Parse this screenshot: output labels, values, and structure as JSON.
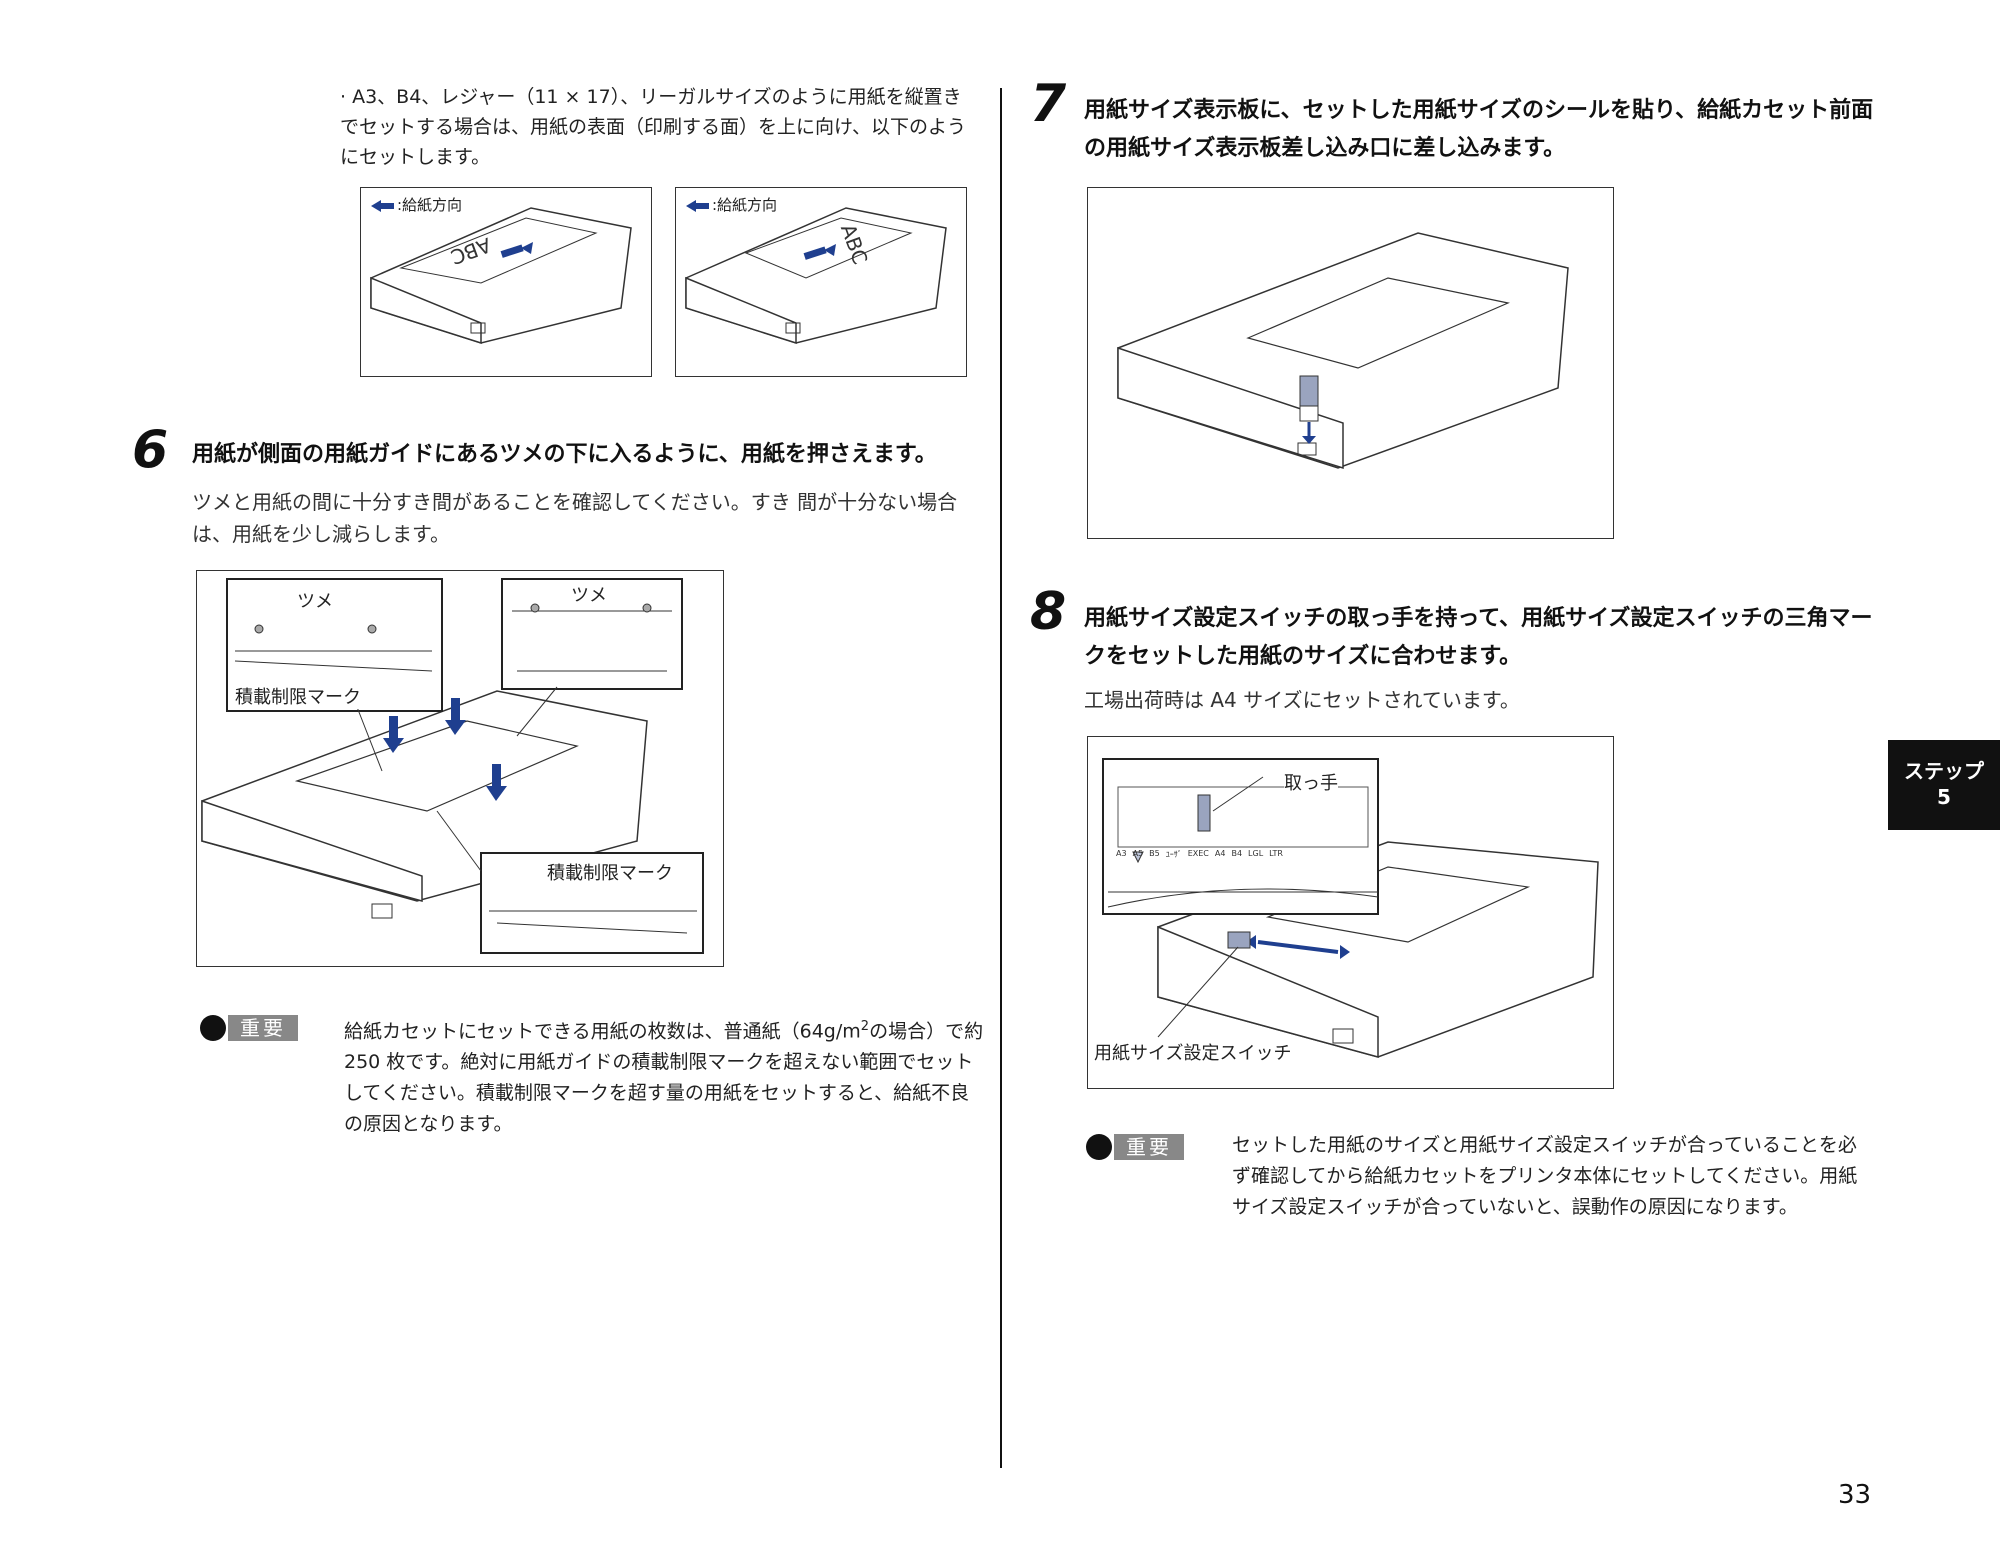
{
  "left": {
    "bullet_note": "· A3、B4、レジャー（11 × 17）、リーガルサイズのように用紙を縦置きでセットする場合は、用紙の表面（印刷する面）を上に向け、以下のようにセットします。",
    "fig_top": {
      "feed_label_1": ":給紙方向",
      "feed_label_2": ":給紙方向",
      "paper_text": "ABC"
    },
    "step6": {
      "number": "6",
      "heading": "用紙が側面の用紙ガイドにあるツメの下に入るように、用紙を押さえます。",
      "body": "ツメと用紙の間に十分すき間があることを確認してください。すき 間が十分ない場合は、用紙を少し減らします。",
      "labels": {
        "tsume_1": "ツメ",
        "tsume_2": "ツメ",
        "limit_mark_1": "積載制限マーク",
        "limit_mark_2": "積載制限マーク"
      }
    },
    "important": {
      "badge": "重要",
      "text_part1": "給紙カセットにセットできる用紙の枚数は、普通紙（64g/m",
      "text_sup": "2",
      "text_part2": "の場合）で約250 枚です。絶対に用紙ガイドの積載制限マークを超えない範囲でセットしてください。積載制限マークを超す量の用紙をセットすると、給紙不良の原因となります。"
    }
  },
  "right": {
    "step7": {
      "number": "7",
      "heading": "用紙サイズ表示板に、セットした用紙サイズのシールを貼り、給紙カセット前面の用紙サイズ表示板差し込み口に差し込みます。"
    },
    "step8": {
      "number": "8",
      "heading": "用紙サイズ設定スイッチの取っ手を持って、用紙サイズ設定スイッチの三角マークをセットした用紙のサイズに合わせます。",
      "body": "工場出荷時は A4 サイズにセットされています。",
      "labels": {
        "handle": "取っ手",
        "switch": "用紙サイズ設定スイッチ"
      },
      "size_marks": [
        "A3",
        "A5",
        "B5",
        "ﾕｰｻﾞ",
        "EXEC",
        "A4",
        "B4",
        "LGL",
        "LTR"
      ]
    },
    "important": {
      "badge": "重要",
      "text": "セットした用紙のサイズと用紙サイズ設定スイッチが合っていることを必ず確認してから給紙カセットをプリンタ本体にセットしてください。用紙サイズ設定スイッチが合っていないと、誤動作の原因になります。"
    }
  },
  "tab": {
    "line1": "ステップ",
    "line2": "5"
  },
  "page_number": "33",
  "colors": {
    "accent_arrow": "#1f3f8f",
    "text": "#222222",
    "tab_bg": "#111111",
    "badge_bg": "#888888"
  }
}
